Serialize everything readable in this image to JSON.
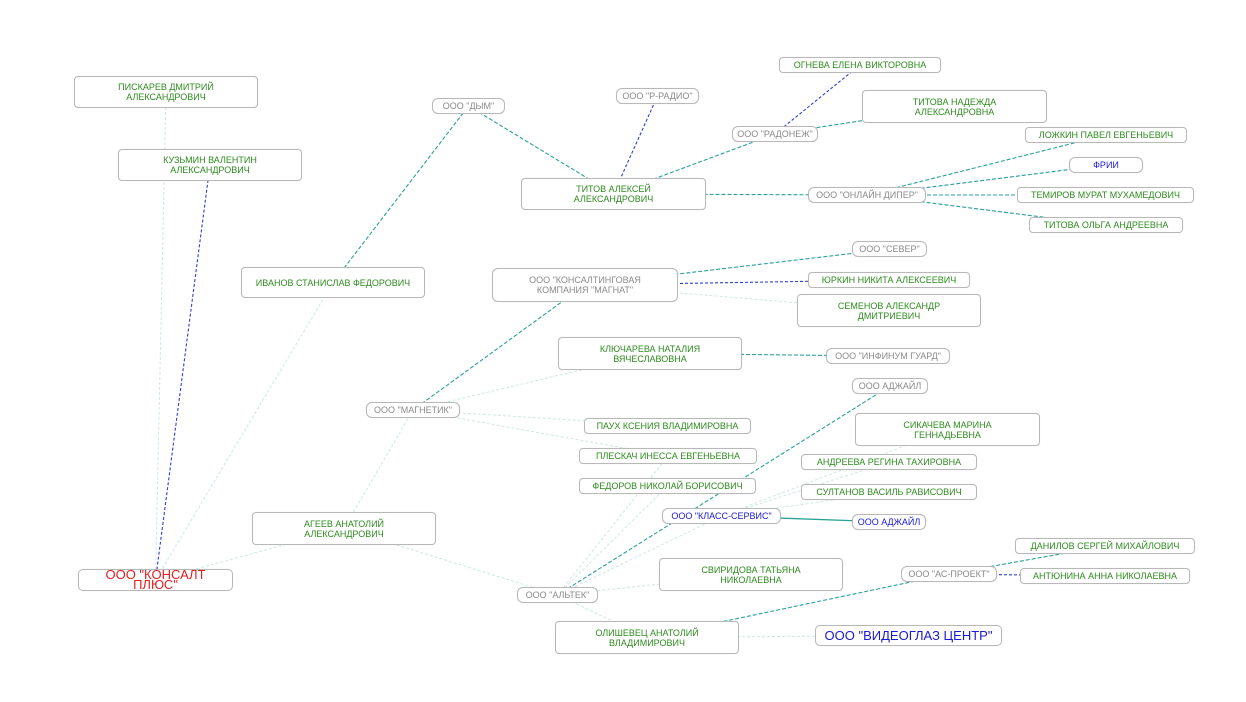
{
  "diagram": {
    "colors": {
      "person": "#2e8b1f",
      "org": "#8a8a8a",
      "blue": "#1a1ad1",
      "root": "#e02020",
      "edge_teal": "#2aa198",
      "edge_blue": "#2b3fd6",
      "edge_faint": "#cfe7e4"
    },
    "nodes": [
      {
        "id": "pisk",
        "label": "ПИСКАРЕВ ДМИТРИЙ\nАЛЕКСАНДРОВИЧ",
        "type": "person"
      },
      {
        "id": "kuzm",
        "label": "КУЗЬМИН ВАЛЕНТИН\nАЛЕКСАНДРОВИЧ",
        "type": "person"
      },
      {
        "id": "ivan",
        "label": "ИВАНОВ СТАНИСЛАВ ФЕДОРОВИЧ",
        "type": "person"
      },
      {
        "id": "dym",
        "label": "ООО \"ДЫМ\"",
        "type": "org"
      },
      {
        "id": "rradio",
        "label": "ООО \"Р-РАДИО\"",
        "type": "org"
      },
      {
        "id": "ogneva",
        "label": "ОГНЕВА ЕЛЕНА ВИКТОРОВНА",
        "type": "person"
      },
      {
        "id": "radonezh",
        "label": "ООО \"РАДОНЕЖ\"",
        "type": "org"
      },
      {
        "id": "titovaN",
        "label": "ТИТОВА НАДЕЖДА\nАЛЕКСАНДРОВНА",
        "type": "person"
      },
      {
        "id": "titovA",
        "label": "ТИТОВ АЛЕКСЕЙ\nАЛЕКСАНДРОВИЧ",
        "type": "person"
      },
      {
        "id": "lozhkin",
        "label": "ЛОЖКИН ПАВЕЛ ЕВГЕНЬЕВИЧ",
        "type": "person"
      },
      {
        "id": "frii",
        "label": "ФРИИ",
        "type": "blue"
      },
      {
        "id": "online",
        "label": "ООО \"ОНЛАЙН ДИПЕР\"",
        "type": "org"
      },
      {
        "id": "temirov",
        "label": "ТЕМИРОВ МУРАТ МУХАМЕДОВИЧ",
        "type": "person"
      },
      {
        "id": "titovaO",
        "label": "ТИТОВА ОЛЬГА АНДРЕЕВНА",
        "type": "person"
      },
      {
        "id": "sever",
        "label": "ООО \"СЕВЕР\"",
        "type": "org"
      },
      {
        "id": "magnat",
        "label": "ООО \"КОНСАЛТИНГОВАЯ\nКОМПАНИЯ \"МАГНАТ\"",
        "type": "org"
      },
      {
        "id": "yurkin",
        "label": "ЮРКИН НИКИТА АЛЕКСЕЕВИЧ",
        "type": "person"
      },
      {
        "id": "semenov",
        "label": "СЕМЕНОВ АЛЕКСАНДР\nДМИТРИЕВИЧ",
        "type": "person"
      },
      {
        "id": "klyuch",
        "label": "КЛЮЧАРЕВА НАТАЛИЯ\nВЯЧЕСЛАВОВНА",
        "type": "person"
      },
      {
        "id": "infinum",
        "label": "ООО \"ИНФИНУМ ГУАРД\"",
        "type": "org"
      },
      {
        "id": "adzhail1",
        "label": "ООО АДЖАЙЛ",
        "type": "org"
      },
      {
        "id": "magnetik",
        "label": "ООО \"МАГНЕТИК\"",
        "type": "org"
      },
      {
        "id": "sikach",
        "label": "СИКАЧЕВА МАРИНА\nГЕННАДЬЕВНА",
        "type": "person"
      },
      {
        "id": "paukh",
        "label": "ПАУХ КСЕНИЯ ВЛАДИМИРОВНА",
        "type": "person"
      },
      {
        "id": "pleskach",
        "label": "ПЛЕСКАЧ ИНЕССА ЕВГЕНЬЕВНА",
        "type": "person"
      },
      {
        "id": "andreeva",
        "label": "АНДРЕЕВА РЕГИНА ТАХИРОВНА",
        "type": "person"
      },
      {
        "id": "fedorov",
        "label": "ФЕДОРОВ НИКОЛАЙ БОРИСОВИЧ",
        "type": "person"
      },
      {
        "id": "sultanov",
        "label": "СУЛТАНОВ ВАСИЛЬ РАВИСОВИЧ",
        "type": "person"
      },
      {
        "id": "klass",
        "label": "ООО \"КЛАСС-СЕРВИС\"",
        "type": "blue"
      },
      {
        "id": "adzhail2",
        "label": "ООО АДЖАЙЛ",
        "type": "blue"
      },
      {
        "id": "ageev",
        "label": "АГЕЕВ АНАТОЛИЙ\nАЛЕКСАНДРОВИЧ",
        "type": "person"
      },
      {
        "id": "danilov",
        "label": "ДАНИЛОВ СЕРГЕЙ МИХАЙЛОВИЧ",
        "type": "person"
      },
      {
        "id": "konsalt",
        "label": "ООО \"КОНСАЛТ ПЛЮС\"",
        "type": "root"
      },
      {
        "id": "sviridova",
        "label": "СВИРИДОВА ТАТЬЯНА\nНИКОЛАЕВНА",
        "type": "person"
      },
      {
        "id": "asproekt",
        "label": "ООО \"АС-ПРОЕКТ\"",
        "type": "org"
      },
      {
        "id": "antyunina",
        "label": "АНТЮНИНА АННА НИКОЛАЕВНА",
        "type": "person"
      },
      {
        "id": "altek",
        "label": "ООО \"АЛЬТЕК\"",
        "type": "org"
      },
      {
        "id": "olishevets",
        "label": "ОЛИШЕВЕЦ АНАТОЛИЙ\nВЛАДИМИРОВИЧ",
        "type": "person"
      },
      {
        "id": "videoglaz",
        "label": "ООО \"ВИДЕОГЛАЗ ЦЕНТР\"",
        "type": "big"
      }
    ],
    "edges": [
      {
        "from": "pisk",
        "to": "konsalt",
        "style": "faint"
      },
      {
        "from": "kuzm",
        "to": "konsalt",
        "style": "blue"
      },
      {
        "from": "ivan",
        "to": "konsalt",
        "style": "faint"
      },
      {
        "from": "ivan",
        "to": "dym",
        "style": "teal"
      },
      {
        "from": "dym",
        "to": "titovA",
        "style": "teal"
      },
      {
        "from": "rradio",
        "to": "titovA",
        "style": "blue"
      },
      {
        "from": "ogneva",
        "to": "radonezh",
        "style": "blue"
      },
      {
        "from": "radonezh",
        "to": "titovaN",
        "style": "teal"
      },
      {
        "from": "radonezh",
        "to": "titovA",
        "style": "teal"
      },
      {
        "from": "titovA",
        "to": "online",
        "style": "teal"
      },
      {
        "from": "online",
        "to": "lozhkin",
        "style": "teal"
      },
      {
        "from": "online",
        "to": "frii",
        "style": "teal"
      },
      {
        "from": "online",
        "to": "temirov",
        "style": "teal"
      },
      {
        "from": "online",
        "to": "titovaO",
        "style": "teal"
      },
      {
        "from": "magnat",
        "to": "sever",
        "style": "teal"
      },
      {
        "from": "magnat",
        "to": "yurkin",
        "style": "blue"
      },
      {
        "from": "magnat",
        "to": "semenov",
        "style": "faint"
      },
      {
        "from": "magnat",
        "to": "magnetik",
        "style": "teal"
      },
      {
        "from": "klyuch",
        "to": "infinum",
        "style": "teal"
      },
      {
        "from": "klyuch",
        "to": "magnetik",
        "style": "faint"
      },
      {
        "from": "magnetik",
        "to": "paukh",
        "style": "faint"
      },
      {
        "from": "magnetik",
        "to": "pleskach",
        "style": "faint"
      },
      {
        "from": "magnetik",
        "to": "ageev",
        "style": "faint"
      },
      {
        "from": "ageev",
        "to": "konsalt",
        "style": "faint"
      },
      {
        "from": "ageev",
        "to": "altek",
        "style": "faint"
      },
      {
        "from": "altek",
        "to": "adzhail1",
        "style": "teal"
      },
      {
        "from": "altek",
        "to": "klass",
        "style": "faint"
      },
      {
        "from": "altek",
        "to": "fedorov",
        "style": "faint"
      },
      {
        "from": "altek",
        "to": "sviridova",
        "style": "faint"
      },
      {
        "from": "altek",
        "to": "pleskach",
        "style": "faint"
      },
      {
        "from": "klass",
        "to": "andreeva",
        "style": "faint"
      },
      {
        "from": "klass",
        "to": "sultanov",
        "style": "faint"
      },
      {
        "from": "klass",
        "to": "adzhail2",
        "style": "solid"
      },
      {
        "from": "klass",
        "to": "sikach",
        "style": "faint"
      },
      {
        "from": "olishevets",
        "to": "asproekt",
        "style": "teal"
      },
      {
        "from": "olishevets",
        "to": "videoglaz",
        "style": "faint"
      },
      {
        "from": "olishevets",
        "to": "altek",
        "style": "faint"
      },
      {
        "from": "asproekt",
        "to": "danilov",
        "style": "teal"
      },
      {
        "from": "asproekt",
        "to": "antyunina",
        "style": "blue"
      }
    ]
  }
}
